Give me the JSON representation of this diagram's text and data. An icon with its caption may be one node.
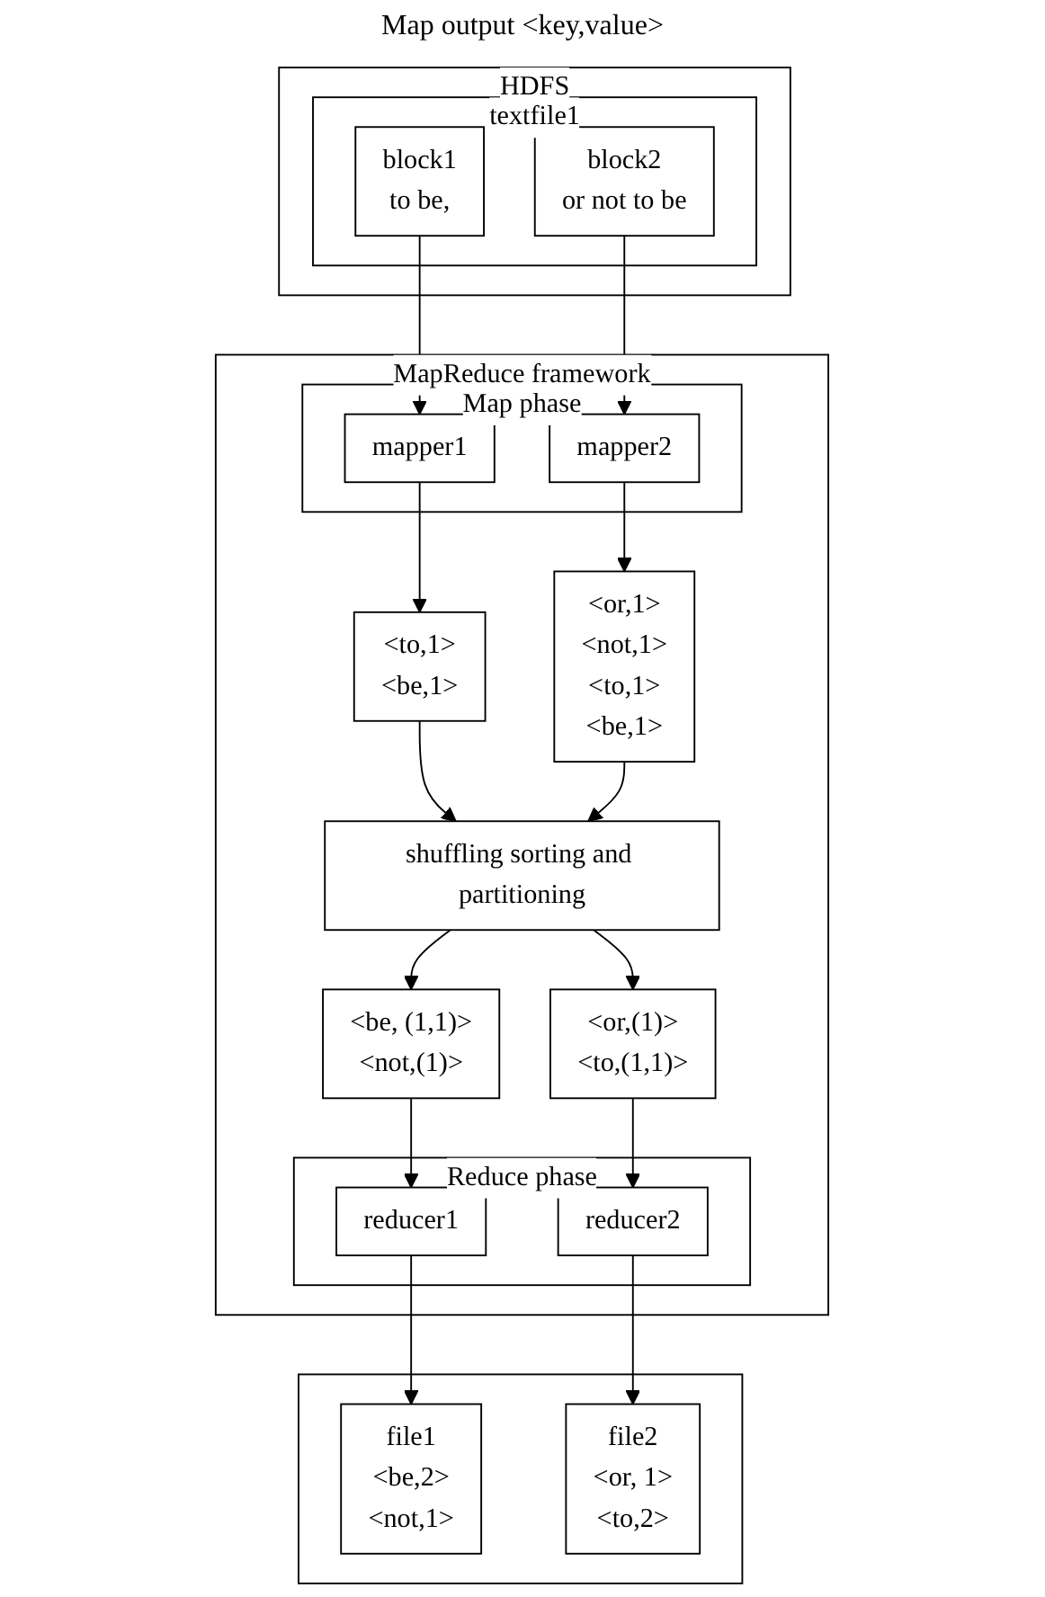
{
  "diagram": {
    "nodes": [
      {
        "text": [
          "HDFS"
        ]
      },
      {
        "text": [
          "textfile1"
        ],
        "in": 0
      },
      {
        "text": [
          "block1",
          "to be,"
        ],
        "in": 1
      },
      {
        "text": [
          "block2",
          "or not to be"
        ],
        "in": 1
      },
      {
        "text": [
          "MapReduce framework"
        ]
      },
      {
        "text": [
          "Map phase"
        ],
        "in": 4
      },
      {
        "text": [
          "mapper1"
        ],
        "in": 5
      },
      {
        "text": [
          "mapper2"
        ],
        "in": 5
      },
      {
        "text": [
          "<to,1>",
          "<be,1>"
        ],
        "in": 4
      },
      {
        "text": [
          "<or,1>",
          "<not,1>",
          "<to,1>",
          "<be,1>"
        ],
        "in": 4
      },
      {
        "text": [
          "shuffling sorting and partitioning"
        ],
        "in": 4
      },
      {
        "text": [
          "<be, (1,1)>",
          "<not,(1)>"
        ],
        "in": 4
      },
      {
        "text": [
          "<or,(1)>",
          "<to,(1,1)>"
        ],
        "in": 4
      },
      {
        "text": [
          "Reduce phase"
        ],
        "in": 4
      },
      {
        "text": [
          "reducer1"
        ],
        "in": 13
      },
      {
        "text": [
          "reducer2"
        ],
        "in": 13
      },
      {
        "text": [],
        "shape": "box"
      },
      {
        "text": [
          "file1",
          "<be,2>",
          "<not,1>"
        ],
        "in": 16
      },
      {
        "text": [
          "file2",
          "<or, 1>",
          "<to,2>"
        ],
        "in": 16
      }
    ],
    "edges": [
      {
        "from": 2,
        "to": 6,
        "arrow": "to"
      },
      {
        "from": 3,
        "to": 7,
        "arrow": "to"
      },
      {
        "from": 6,
        "to": 8,
        "arrow": "to"
      },
      {
        "from": 7,
        "to": 9,
        "arrow": "to"
      },
      {
        "from": 8,
        "to": 10,
        "arrow": "to"
      },
      {
        "from": 9,
        "to": 10,
        "arrow": "to"
      },
      {
        "from": 10,
        "to": 11,
        "arrow": "to"
      },
      {
        "from": 10,
        "to": 12,
        "arrow": "to"
      },
      {
        "from": 11,
        "to": 14,
        "arrow": "to"
      },
      {
        "from": 12,
        "to": 15,
        "arrow": "to"
      },
      {
        "from": 14,
        "to": 17,
        "arrow": "to"
      },
      {
        "from": 15,
        "to": 18,
        "arrow": "to"
      }
    ],
    "labels": [
      "Map output <key,value>"
    ]
  }
}
